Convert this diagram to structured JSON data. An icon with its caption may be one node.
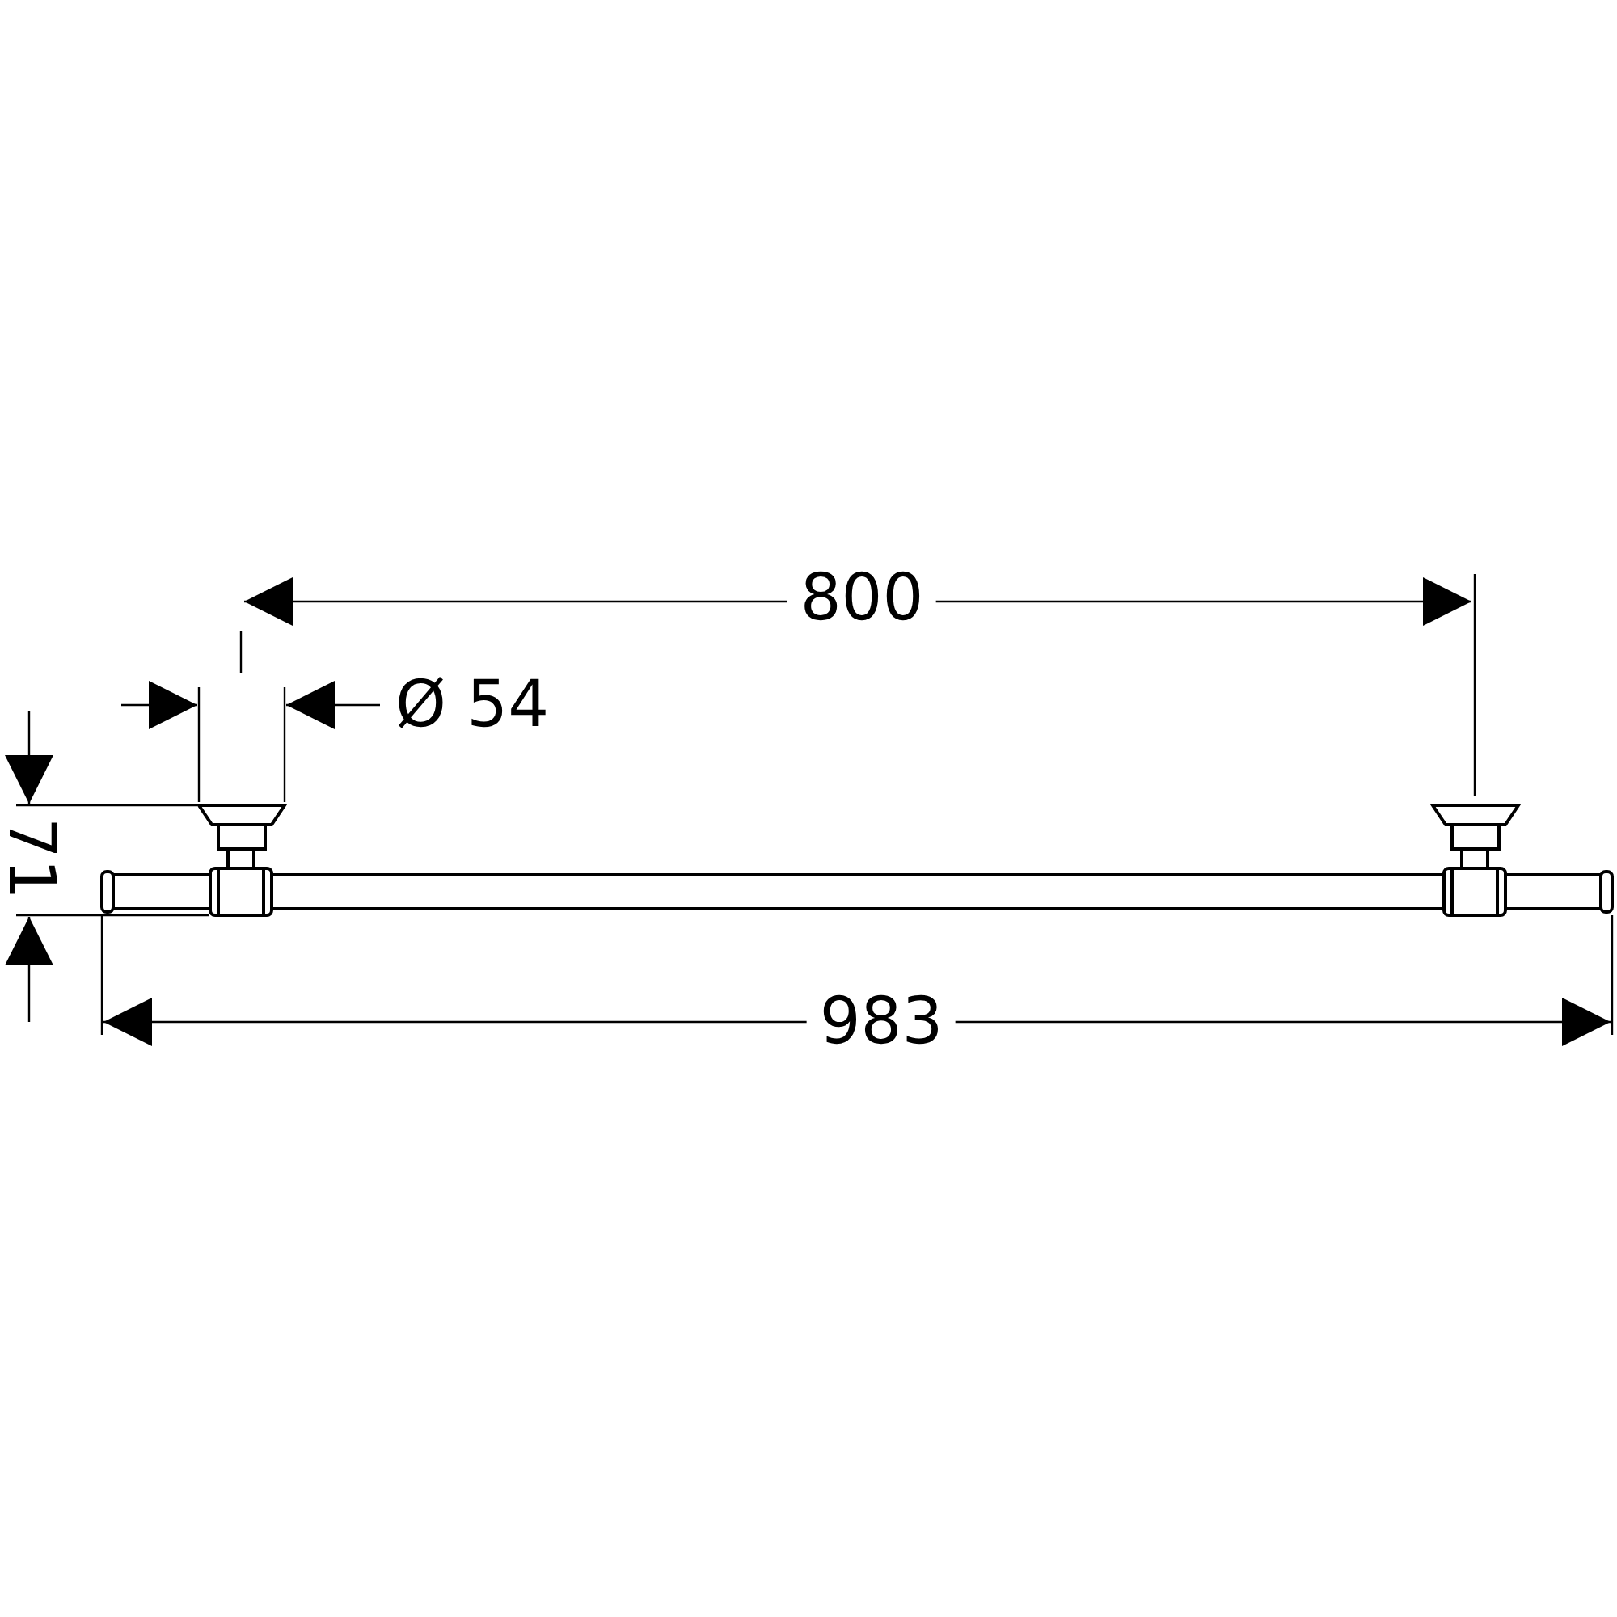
{
  "diagram": {
    "labels": [
      "800",
      "Ø 54",
      "71",
      "983"
    ]
  }
}
